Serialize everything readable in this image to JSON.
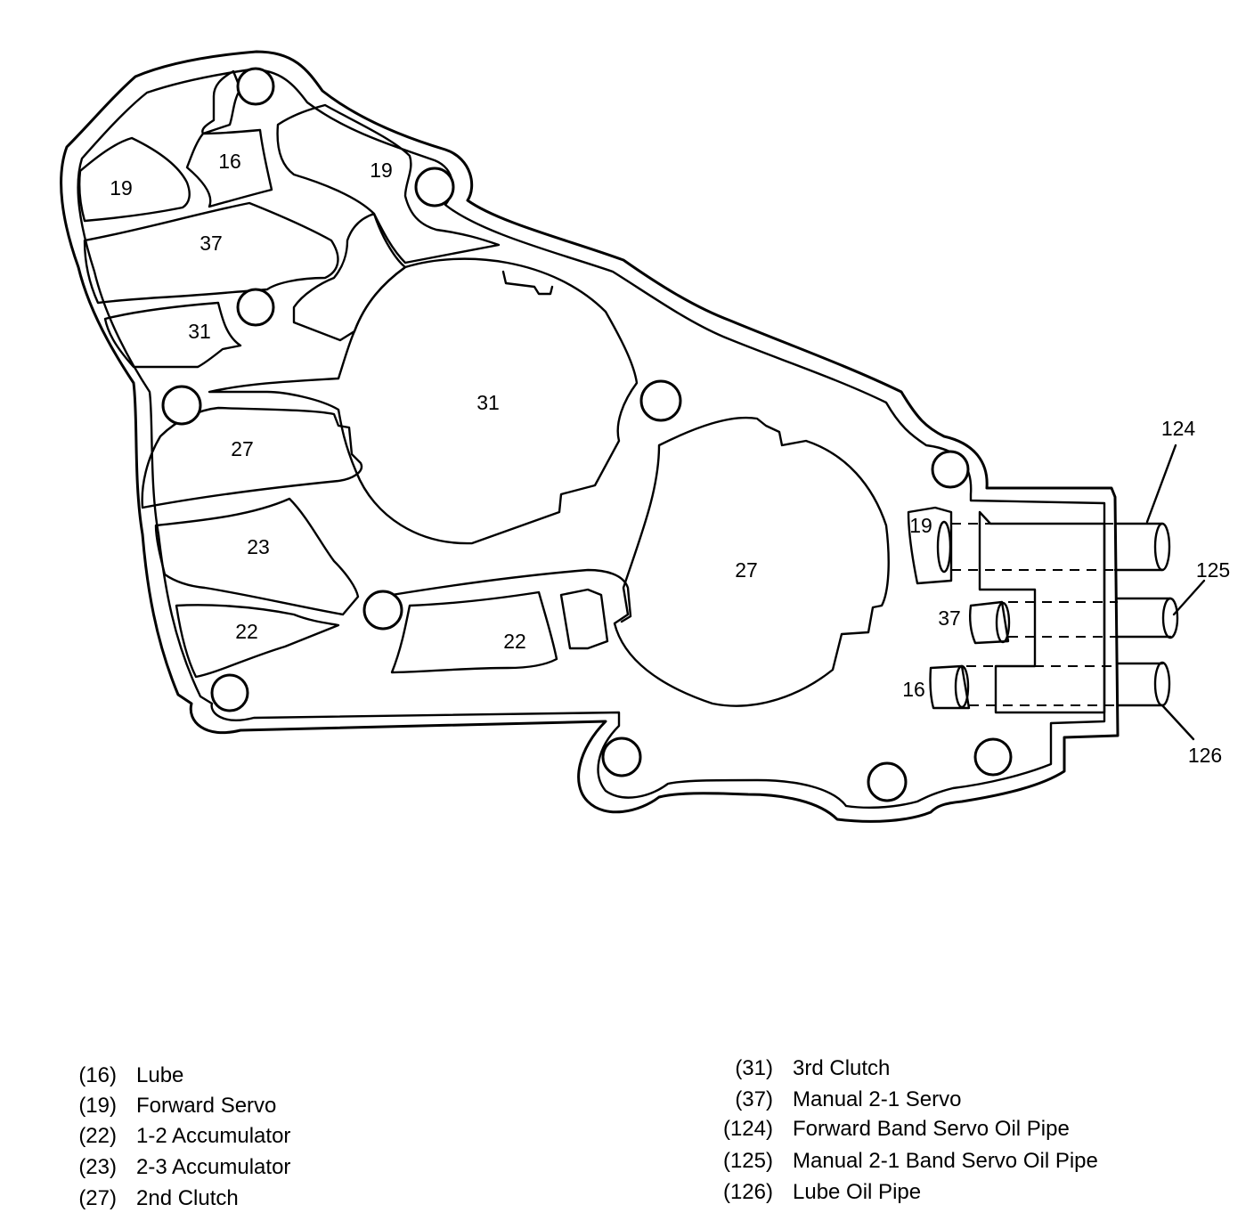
{
  "diagram": {
    "passage_labels": {
      "p16_top": "16",
      "p19_left": "19",
      "p19_top": "19",
      "p37": "37",
      "p31_small": "31",
      "p31_large": "31",
      "p27_left": "27",
      "p23": "23",
      "p22_left": "22",
      "p22_mid": "22",
      "p27_large": "27",
      "p19_right": "19",
      "p37_right": "37",
      "p16_right": "16"
    },
    "pipe_labels": {
      "p124": "124",
      "p125": "125",
      "p126": "126"
    }
  },
  "legend": {
    "left": [
      {
        "code": "(16)",
        "text": "Lube"
      },
      {
        "code": "(19)",
        "text": "Forward Servo"
      },
      {
        "code": "(22)",
        "text": "1-2 Accumulator"
      },
      {
        "code": "(23)",
        "text": "2-3 Accumulator"
      },
      {
        "code": "(27)",
        "text": "2nd Clutch"
      }
    ],
    "right": [
      {
        "code": "(31)",
        "text": "3rd Clutch"
      },
      {
        "code": "(37)",
        "text": "Manual 2-1 Servo"
      },
      {
        "code": "(124)",
        "text": "Forward Band Servo Oil Pipe"
      },
      {
        "code": "(125)",
        "text": "Manual 2-1 Band Servo Oil Pipe"
      },
      {
        "code": "(126)",
        "text": "Lube Oil Pipe"
      }
    ]
  }
}
